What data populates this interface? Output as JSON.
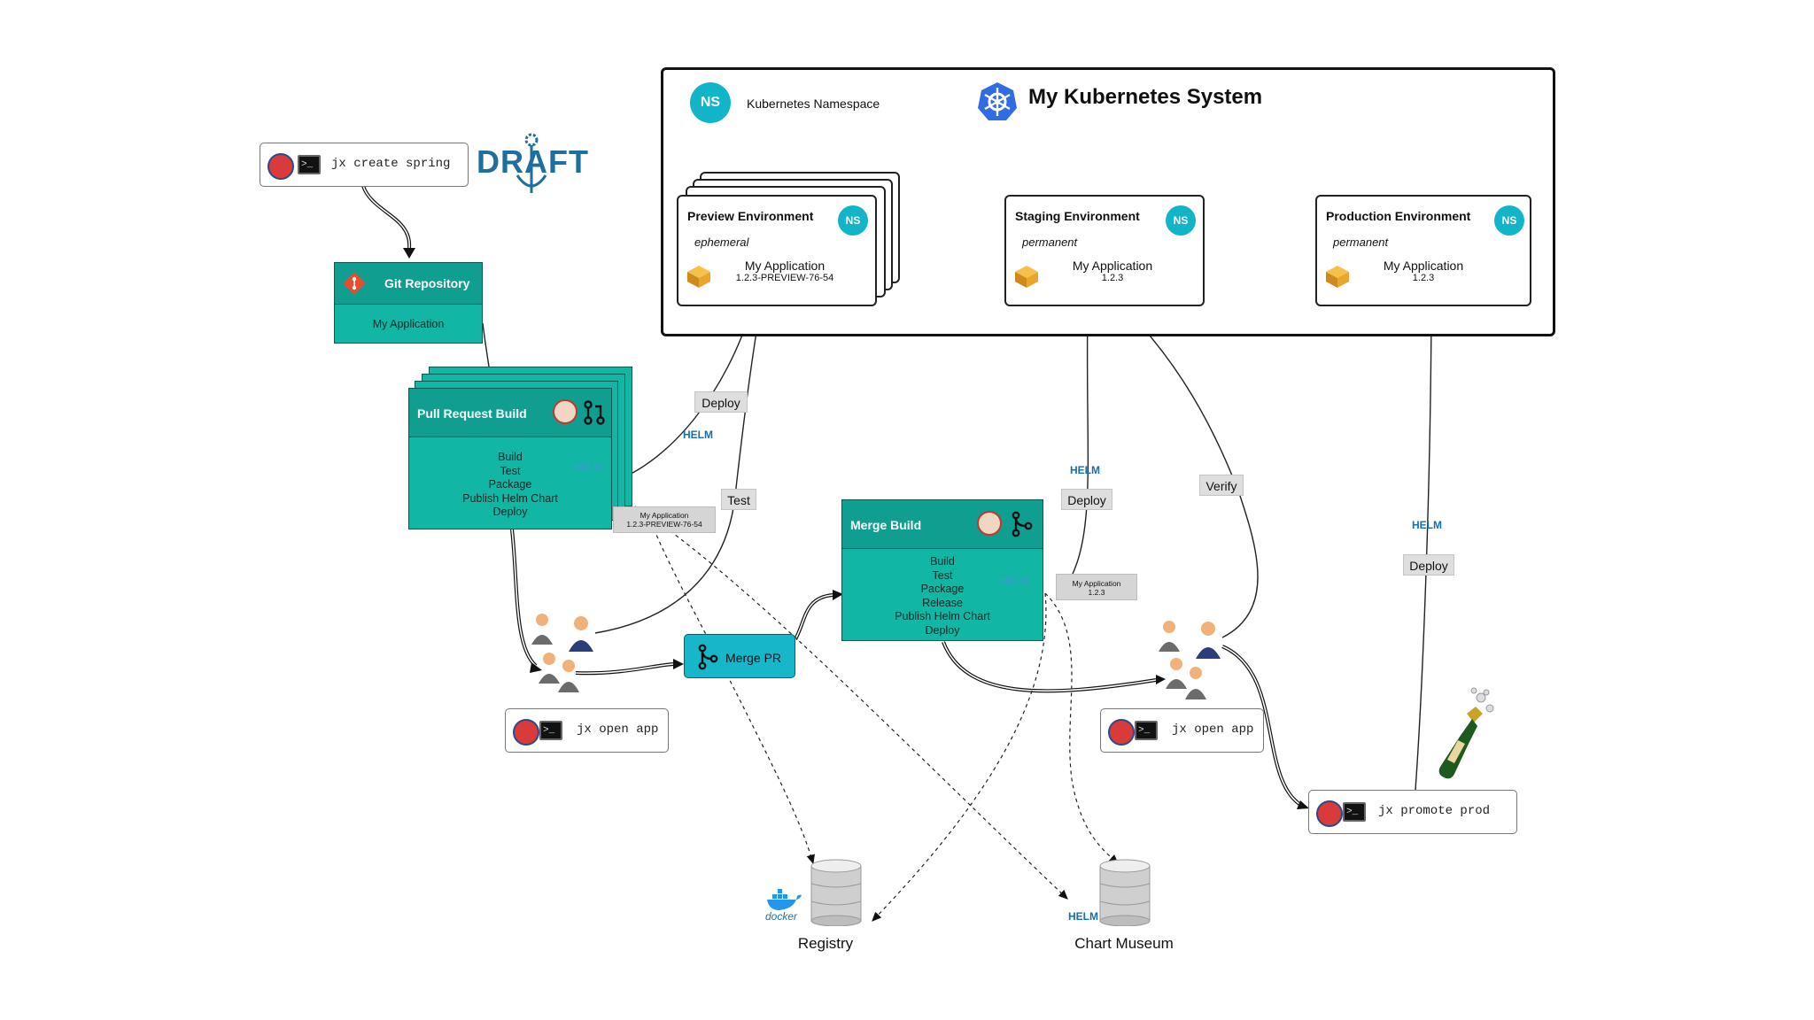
{
  "cluster": {
    "title": "My Kubernetes System",
    "namespace_label": "Kubernetes Namespace",
    "ns_badge": "NS"
  },
  "environments": [
    {
      "title": "Preview Environment",
      "kind": "ephemeral",
      "app": "My Application",
      "version": "1.2.3-PREVIEW-76-54"
    },
    {
      "title": "Staging Environment",
      "kind": "permanent",
      "app": "My Application",
      "version": "1.2.3"
    },
    {
      "title": "Production Environment",
      "kind": "permanent",
      "app": "My Application",
      "version": "1.2.3"
    }
  ],
  "commands": {
    "create": "jx create spring",
    "open_app_1": "jx open app",
    "open_app_2": "jx open app",
    "promote": "jx promote prod"
  },
  "draft_logo": "DRAFT",
  "git_repo": {
    "title": "Git Repository",
    "app": "My Application"
  },
  "pr_build": {
    "title": "Pull Request Build",
    "steps": [
      "Build",
      "Test",
      "Package",
      "Publish Helm Chart",
      "Deploy"
    ],
    "artifact": [
      "My Application",
      "1.2.3-PREVIEW-76-54"
    ]
  },
  "merge_build": {
    "title": "Merge Build",
    "steps": [
      "Build",
      "Test",
      "Package",
      "Release",
      "Publish Helm Chart",
      "Deploy"
    ],
    "artifact": [
      "My Application",
      "1.2.3"
    ]
  },
  "merge_pr": "Merge PR",
  "labels": {
    "deploy_preview": "Deploy",
    "test": "Test",
    "deploy_staging": "Deploy",
    "verify": "Verify",
    "deploy_prod": "Deploy"
  },
  "helm": "HELM",
  "docker": "docker",
  "storage": {
    "registry": "Registry",
    "chart_museum": "Chart Museum"
  },
  "colors": {
    "teal": "#11b6a4",
    "teal_dark": "#0f9e8f",
    "ns": "#12b4c8",
    "k8s": "#326ce5",
    "helm": "#1a6fa8"
  }
}
